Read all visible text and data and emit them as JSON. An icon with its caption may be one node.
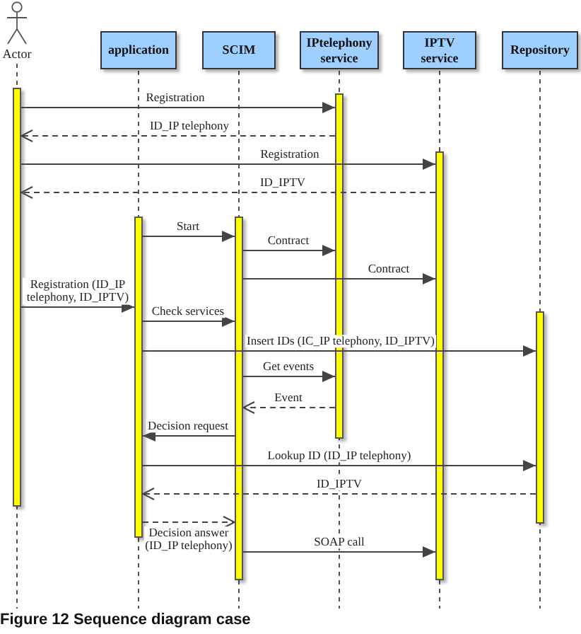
{
  "diagram": {
    "caption": "Figure 12 Sequence diagram case",
    "nodes": [
      {
        "text": [
          "Actor"
        ]
      },
      {
        "text": [
          "application"
        ]
      },
      {
        "text": [
          "SCIM"
        ]
      },
      {
        "text": [
          "IPtelephony service"
        ]
      },
      {
        "text": [
          "IPTV service"
        ]
      },
      {
        "text": [
          "Repository"
        ]
      },
      {
        "text": [],
        "shape": "bar"
      },
      {
        "text": [],
        "shape": "bar"
      },
      {
        "text": [],
        "shape": "bar"
      },
      {
        "text": [],
        "shape": "bar"
      },
      {
        "text": [],
        "shape": "bar"
      },
      {
        "text": [],
        "shape": "bar"
      }
    ],
    "edges": [
      {
        "from": 6,
        "to": 7,
        "arrow": "to",
        "label": "Registration"
      },
      {
        "from": 7,
        "to": 6,
        "arrow": "to",
        "label": "ID_IP telephony",
        "style": "dashed"
      },
      {
        "from": 6,
        "to": 8,
        "arrow": "to",
        "label": "Registration"
      },
      {
        "from": 8,
        "to": 6,
        "arrow": "to",
        "label": "ID_IPTV",
        "style": "dashed"
      },
      {
        "from": 9,
        "to": 10,
        "arrow": "to",
        "label": "Start"
      },
      {
        "from": 10,
        "to": 7,
        "arrow": "to",
        "label": "Contract"
      },
      {
        "from": 10,
        "to": 8,
        "arrow": "to",
        "label": "Contract"
      },
      {
        "from": 6,
        "to": 9,
        "arrow": "to",
        "label": "Registration (ID_IP telephony, ID_IPTV)"
      },
      {
        "from": 9,
        "to": 10,
        "arrow": "to",
        "label": "Check services"
      },
      {
        "from": 9,
        "to": 11,
        "arrow": "to",
        "label": "Insert IDs (IC_IP telephony, ID_IPTV)"
      },
      {
        "from": 10,
        "to": 7,
        "arrow": "to",
        "label": "Get events"
      },
      {
        "from": 7,
        "to": 10,
        "arrow": "to",
        "label": "Event",
        "style": "dashed"
      },
      {
        "from": 10,
        "to": 9,
        "arrow": "to",
        "label": "Decision request"
      },
      {
        "from": 9,
        "to": 11,
        "arrow": "to",
        "label": "Lookup ID (ID_IP telephony)"
      },
      {
        "from": 11,
        "to": 9,
        "arrow": "to",
        "label": "ID_IPTV",
        "style": "dashed"
      },
      {
        "from": 9,
        "to": 10,
        "arrow": "to",
        "label": "Decision answer (ID_IP telephony)",
        "style": "dashed"
      },
      {
        "from": 10,
        "to": 8,
        "arrow": "to",
        "label": "SOAP call"
      }
    ]
  }
}
